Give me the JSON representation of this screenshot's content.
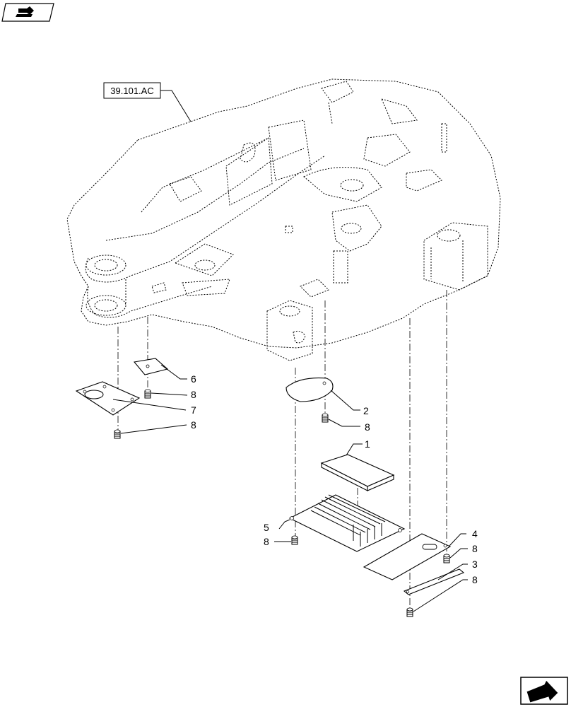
{
  "reference_label": "39.101.AC",
  "callouts": [
    {
      "id": "c1",
      "text": "1"
    },
    {
      "id": "c2",
      "text": "2"
    },
    {
      "id": "c3",
      "text": "3"
    },
    {
      "id": "c4",
      "text": "4"
    },
    {
      "id": "c5",
      "text": "5"
    },
    {
      "id": "c6",
      "text": "6"
    },
    {
      "id": "c7",
      "text": "7"
    },
    {
      "id": "c8a",
      "text": "8"
    },
    {
      "id": "c8b",
      "text": "8"
    },
    {
      "id": "c8c",
      "text": "8"
    },
    {
      "id": "c8d",
      "text": "8"
    },
    {
      "id": "c8e",
      "text": "8"
    },
    {
      "id": "c8f",
      "text": "8"
    }
  ],
  "icons": {
    "top_left": "book-arrow-icon",
    "bottom_right": "next-page-arrow-icon"
  }
}
